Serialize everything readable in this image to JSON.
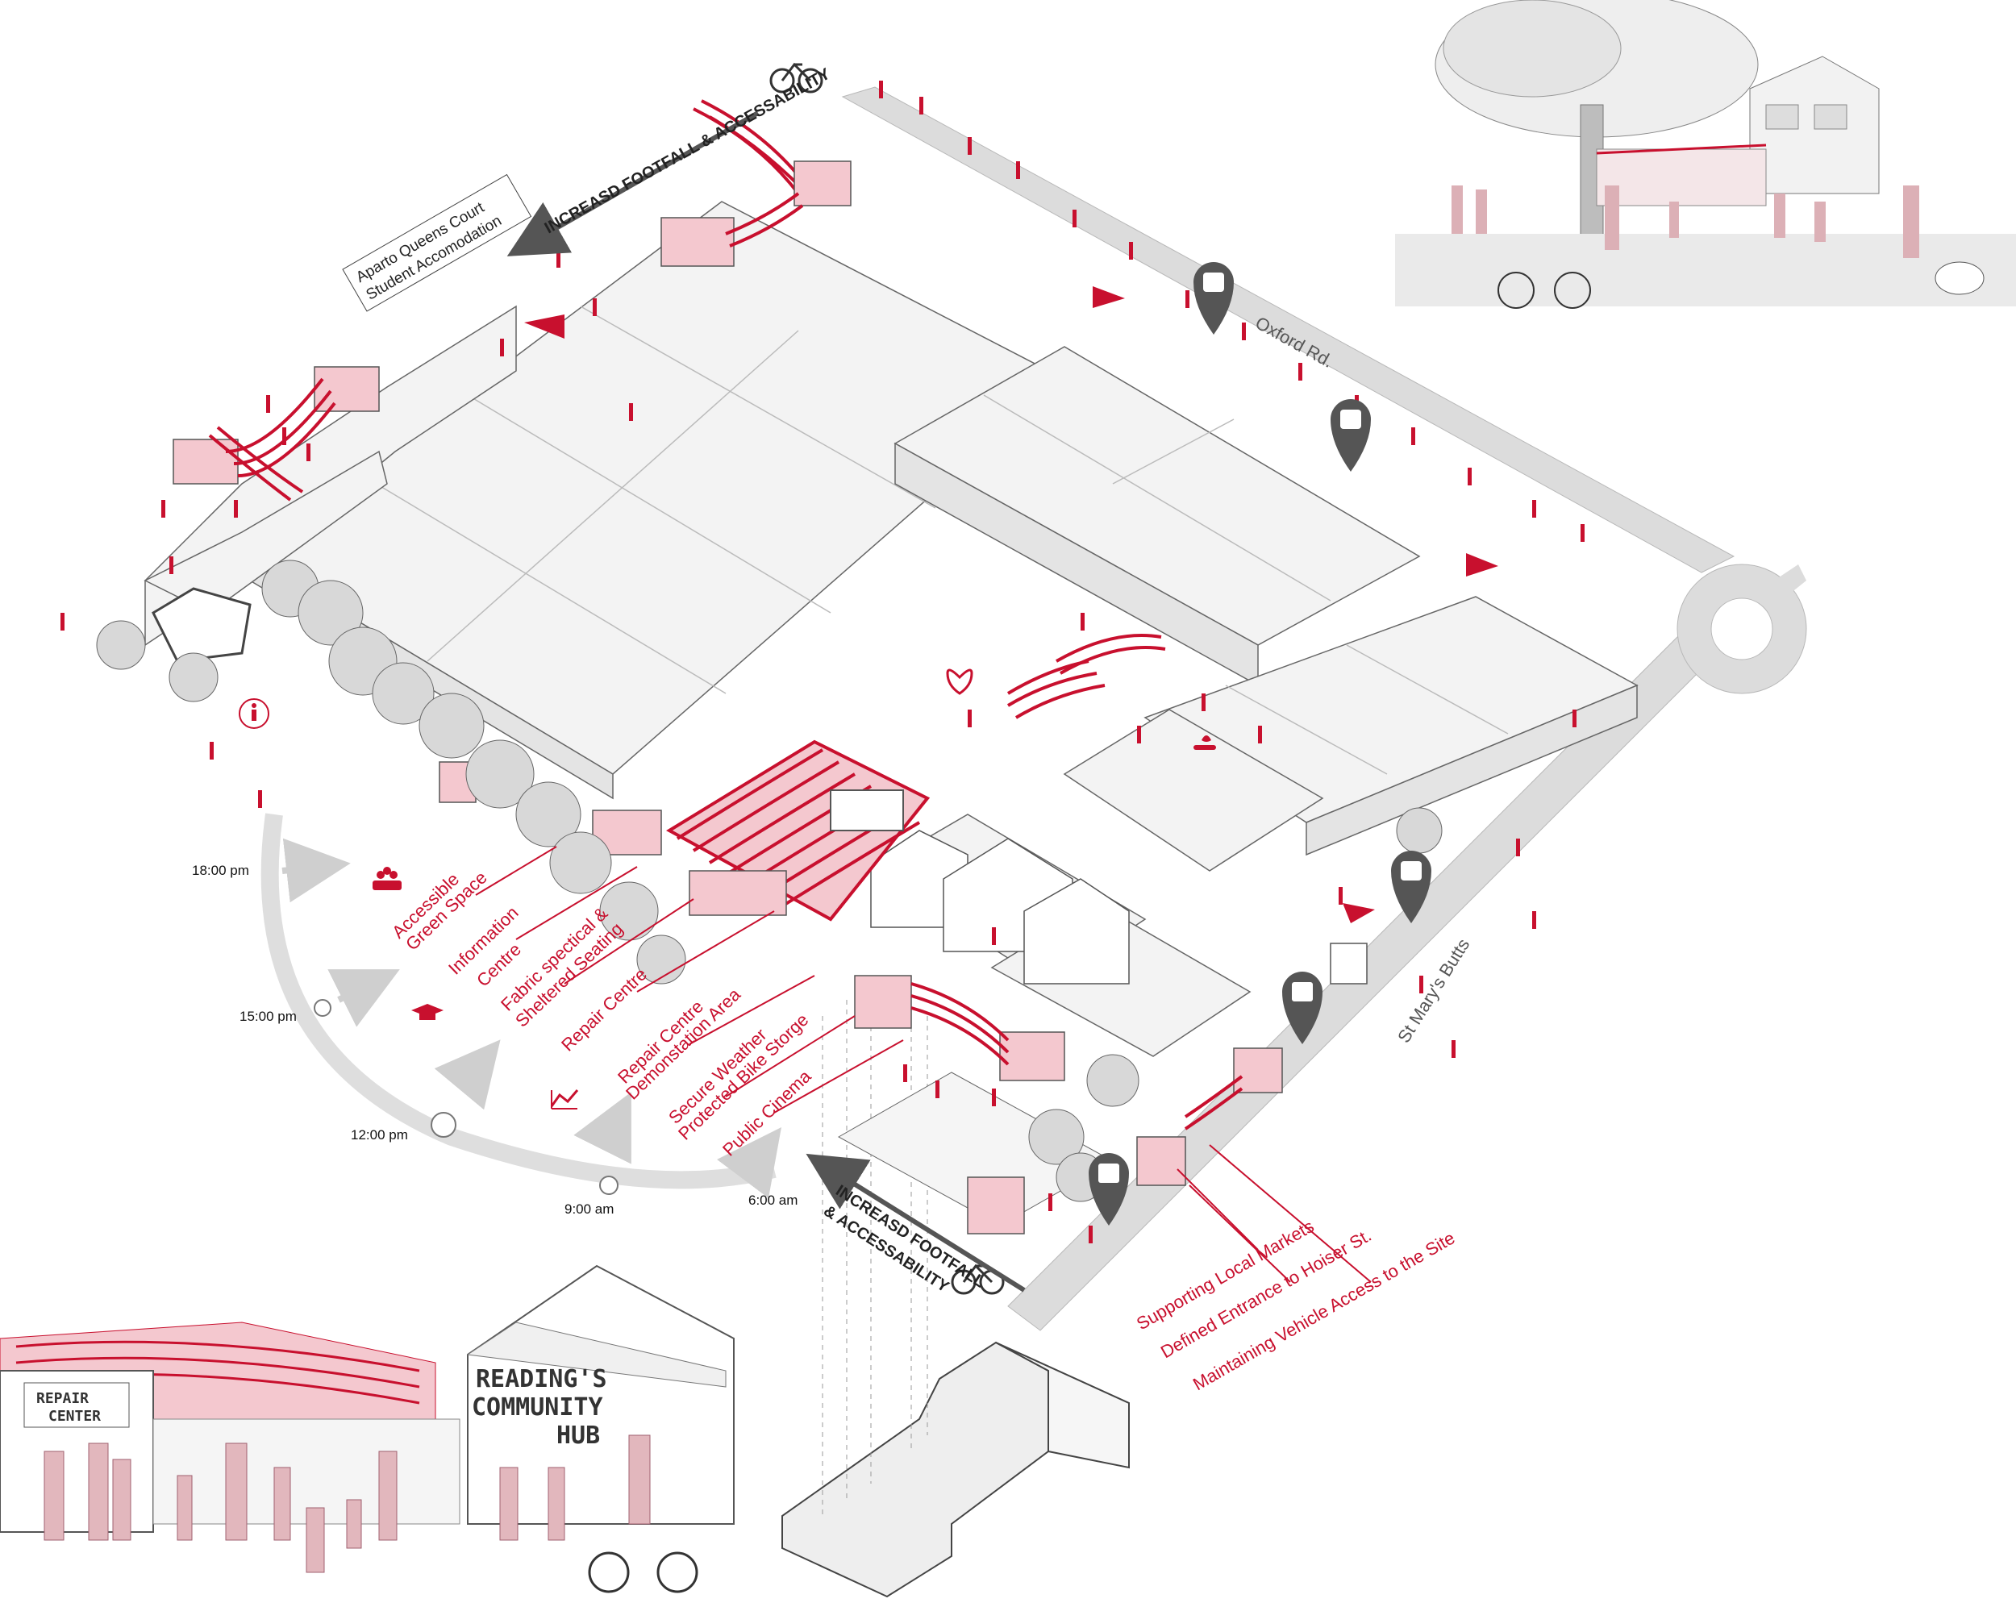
{
  "roads": {
    "oxford": "Oxford Rd.",
    "st_marys": "St Mary's Butts"
  },
  "arrows": {
    "top": "INCREASD FOOTFALL & ACCESSABILITY",
    "bottom_line1": "INCREASD FOOTFALL",
    "bottom_line2": "& ACCESSABILITY"
  },
  "building_label": {
    "line1": "Aparto Queens Court",
    "line2": "Student Accomodation"
  },
  "times": [
    "18:00 pm",
    "15:00 pm",
    "12:00 pm",
    "9:00 am",
    "6:00 am"
  ],
  "feature_labels": [
    {
      "line1": "Accessible",
      "line2": "Green Space"
    },
    {
      "line1": "Information",
      "line2": "Centre"
    },
    {
      "line1": "Fabric spectical &",
      "line2": "Sheltered Seating"
    },
    {
      "line1": "Repair Centre",
      "line2": ""
    },
    {
      "line1": "Repair Centre",
      "line2": "Demonstation Area"
    },
    {
      "line1": "Secure Weather",
      "line2": "Protected Bike Storge"
    },
    {
      "line1": "Public Cinema",
      "line2": ""
    }
  ],
  "entrance_labels": [
    "Supporting Local Markets",
    "Defined Entrance to Hoiser St.",
    "Maintaining Vehicle Access to the Site"
  ],
  "sketch_signs": {
    "repair_line1": "REPAIR",
    "repair_line2": "CENTER",
    "hub_line1": "READING'S",
    "hub_line2": "COMMUNITY",
    "hub_line3": "HUB"
  },
  "colors": {
    "accent": "#c8102e",
    "road": "#dcdcdc",
    "building": "#f3f3f3",
    "line": "#555555"
  },
  "icons": [
    "bike-icon",
    "bus-stop-icon",
    "market-stop-icon",
    "accessibility-icon",
    "community-icon",
    "education-icon",
    "growth-icon",
    "heart-icon",
    "plant-hand-icon",
    "flag-icon",
    "sun-icon"
  ]
}
